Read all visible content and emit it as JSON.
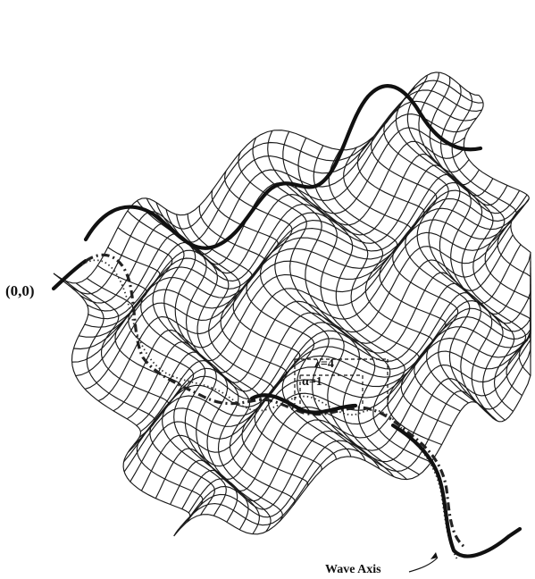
{
  "labels": {
    "origin": "(0,0)",
    "lambda": "λ=4",
    "alpha": "α=1",
    "wave_axis": "Wave Axis"
  },
  "colors": {
    "ink": "#111111",
    "paper": "#ffffff"
  }
}
